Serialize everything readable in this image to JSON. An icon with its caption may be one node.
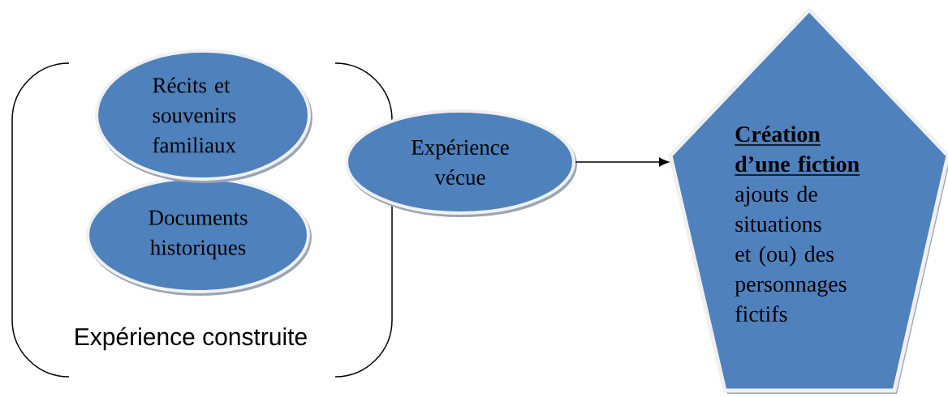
{
  "diagram": {
    "nodes": [
      {
        "text": [
          "Récits et souvenirs familiaux"
        ]
      },
      {
        "text": [
          "Documents historiques"
        ]
      },
      {
        "text": [
          "Expérience vécue"
        ]
      },
      {
        "text": [
          "Création d’une fiction",
          "ajouts de situations et (ou) des personnages fictifs"
        ]
      }
    ],
    "edges": [
      {
        "from": 2,
        "to": 3,
        "arrow": "to"
      }
    ],
    "labels": [
      "Expérience construite"
    ]
  }
}
